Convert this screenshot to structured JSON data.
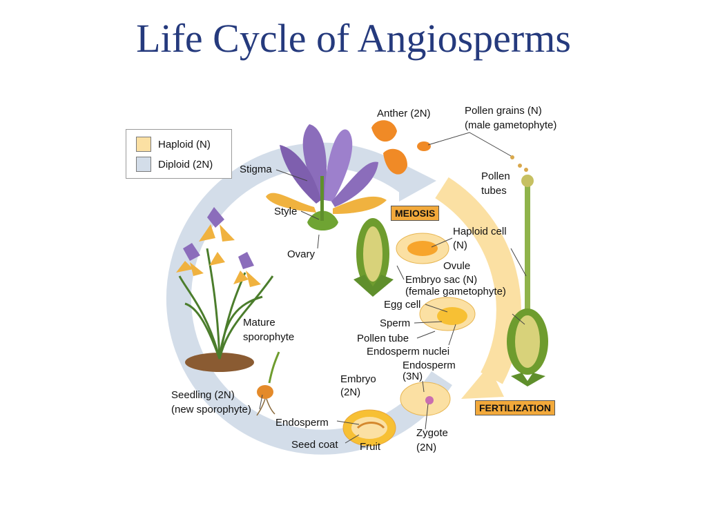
{
  "title": "Life Cycle of Angiosperms",
  "legend": {
    "haploid": "Haploid (N)",
    "diploid": "Diploid (2N)",
    "haploid_color": "#fbe0a3",
    "diploid_color": "#d3dde9"
  },
  "stages": {
    "meiosis": "MEIOSIS",
    "fertilization": "FERTILIZATION",
    "stage_color": "#f2a93b"
  },
  "labels": {
    "anther": "Anther (2N)",
    "pollen_grains_1": "Pollen grains (N)",
    "pollen_grains_2": "(male gametophyte)",
    "stigma": "Stigma",
    "pollen_tubes_1": "Pollen",
    "pollen_tubes_2": "tubes",
    "style": "Style",
    "haploid_cell_1": "Haploid cell",
    "haploid_cell_2": "(N)",
    "ovary": "Ovary",
    "ovule": "Ovule",
    "embryo_sac_1": "Embryo sac (N)",
    "embryo_sac_2": "(female gametophyte)",
    "egg_cell": "Egg cell",
    "mature_1": "Mature",
    "mature_2": "sporophyte",
    "sperm": "Sperm",
    "pollen_tube": "Pollen tube",
    "endosperm_nuclei": "Endosperm nuclei",
    "endosperm_3n_1": "Endosperm",
    "endosperm_3n_2": "(3N)",
    "embryo_1": "Embryo",
    "embryo_2": "(2N)",
    "seedling_1": "Seedling (2N)",
    "seedling_2": "(new sporophyte)",
    "endosperm": "Endosperm",
    "seed_coat": "Seed coat",
    "fruit": "Fruit",
    "zygote_1": "Zygote",
    "zygote_2": "(2N)"
  }
}
